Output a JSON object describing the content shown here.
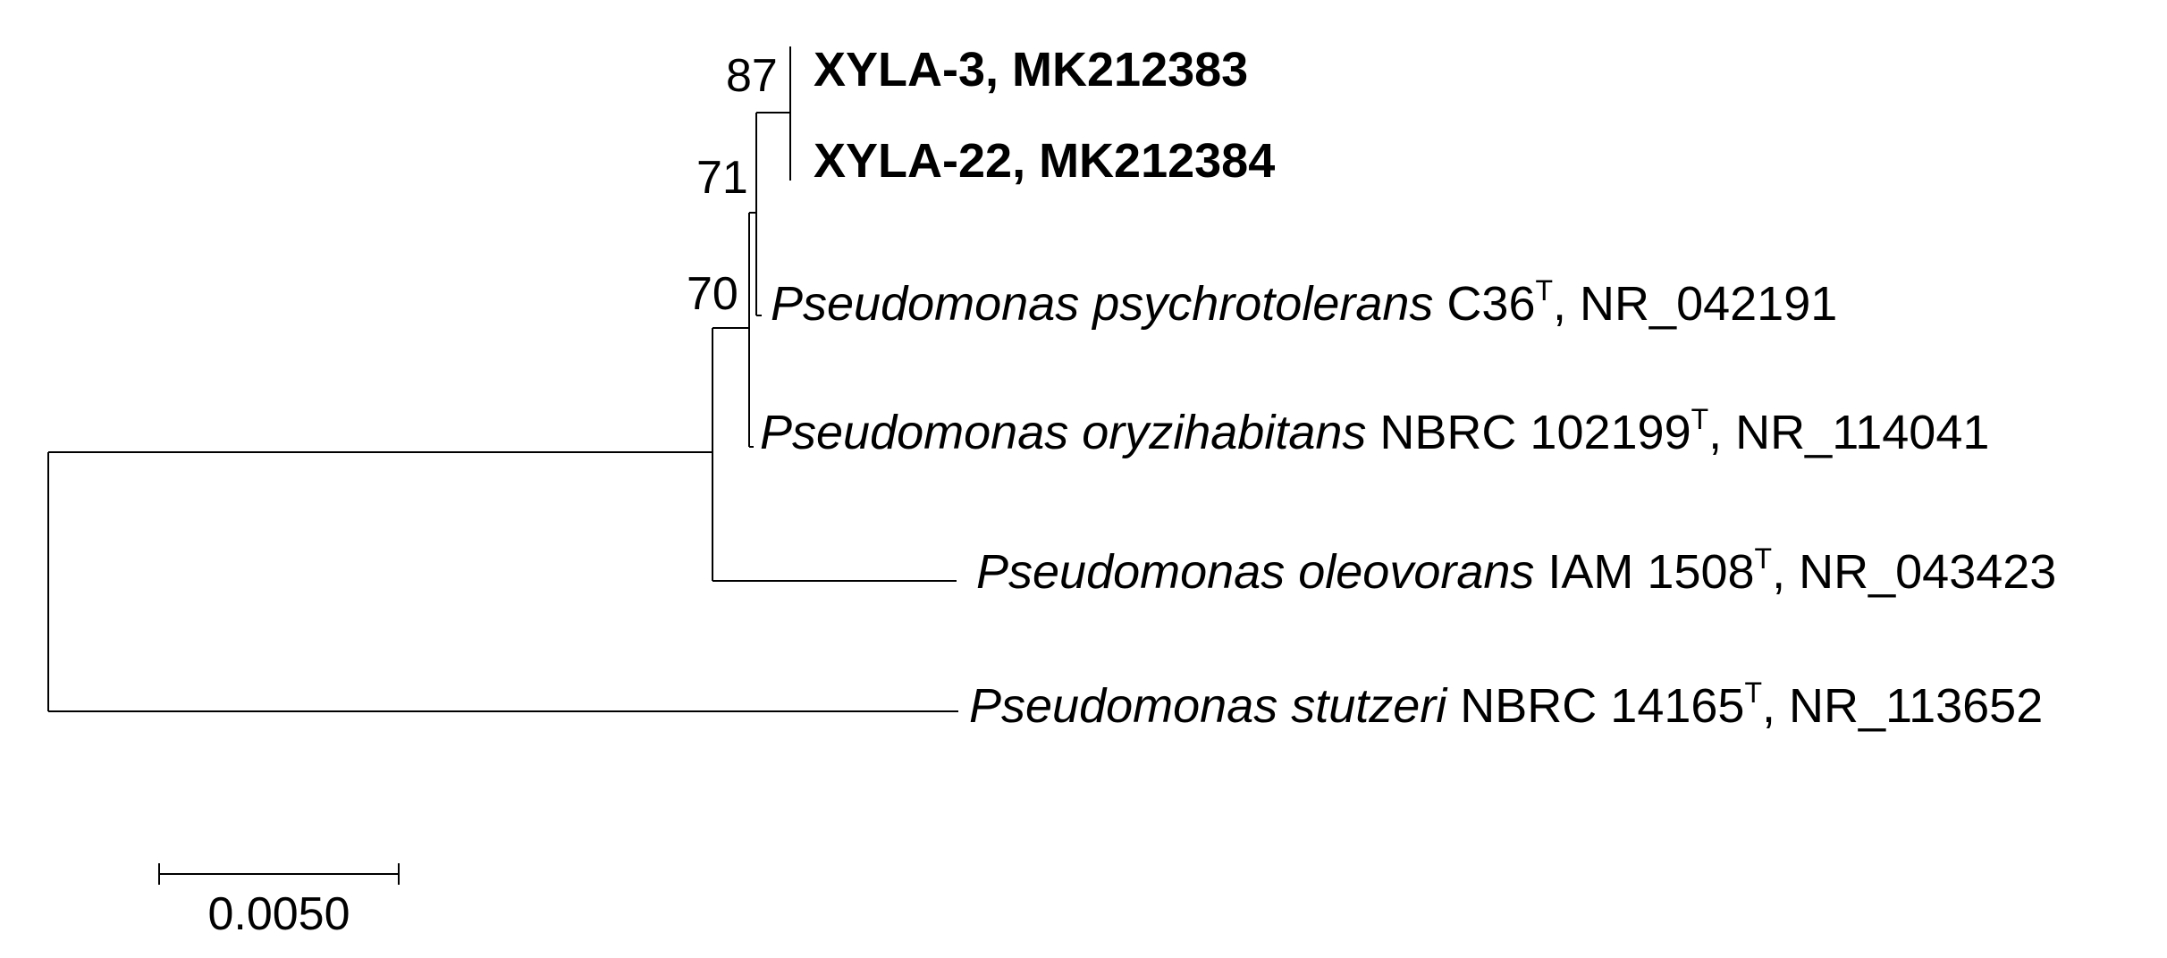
{
  "tree": {
    "taxa": [
      {
        "id": "xyla3",
        "bold_label": "XYLA-3, MK212383"
      },
      {
        "id": "xyla22",
        "bold_label": "XYLA-22, MK212384"
      },
      {
        "id": "psychrotolerans",
        "species": "Pseudomonas psychrotolerans",
        "strain": " C36",
        "type_mark": "T",
        "accession": ", NR_042191"
      },
      {
        "id": "oryzihabitans",
        "species": "Pseudomonas oryzihabitans",
        "strain": " NBRC 102199",
        "type_mark": "T",
        "accession": ", NR_114041"
      },
      {
        "id": "oleovorans",
        "species": "Pseudomonas oleovorans",
        "strain": " IAM 1508",
        "type_mark": "T",
        "accession": ", NR_043423"
      },
      {
        "id": "stutzeri",
        "species": "Pseudomonas stutzeri",
        "strain": " NBRC 14165",
        "type_mark": "T",
        "accession": ", NR_113652"
      }
    ],
    "bootstrap": {
      "n87": "87",
      "n71": "71",
      "n70": "70"
    },
    "scale_bar": {
      "label": "0.0050",
      "value": 0.005
    }
  }
}
